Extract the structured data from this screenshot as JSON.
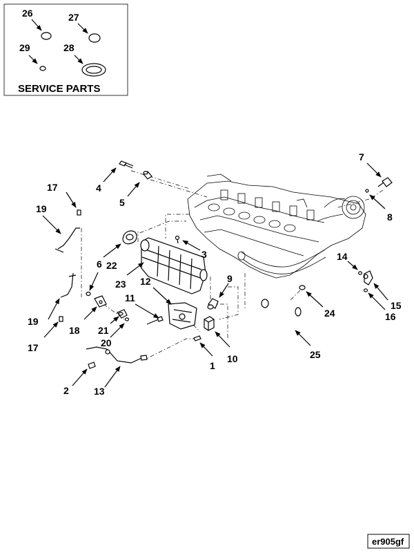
{
  "service_box": {
    "title": "SERVICE PARTS",
    "callouts": [
      "26",
      "27",
      "29",
      "28"
    ]
  },
  "callouts": {
    "c1": "1",
    "c2": "2",
    "c3": "3",
    "c4": "4",
    "c5": "5",
    "c6": "6",
    "c7": "7",
    "c8": "8",
    "c9": "9",
    "c10": "10",
    "c11": "11",
    "c12": "12",
    "c13": "13",
    "c14": "14",
    "c15": "15",
    "c16": "16",
    "c17a": "17",
    "c17b": "17",
    "c18": "18",
    "c19a": "19",
    "c19b": "19",
    "c20": "20",
    "c21": "21",
    "c22": "22",
    "c23": "23",
    "c24": "24",
    "c25": "25"
  },
  "figure_code": "er905gf"
}
